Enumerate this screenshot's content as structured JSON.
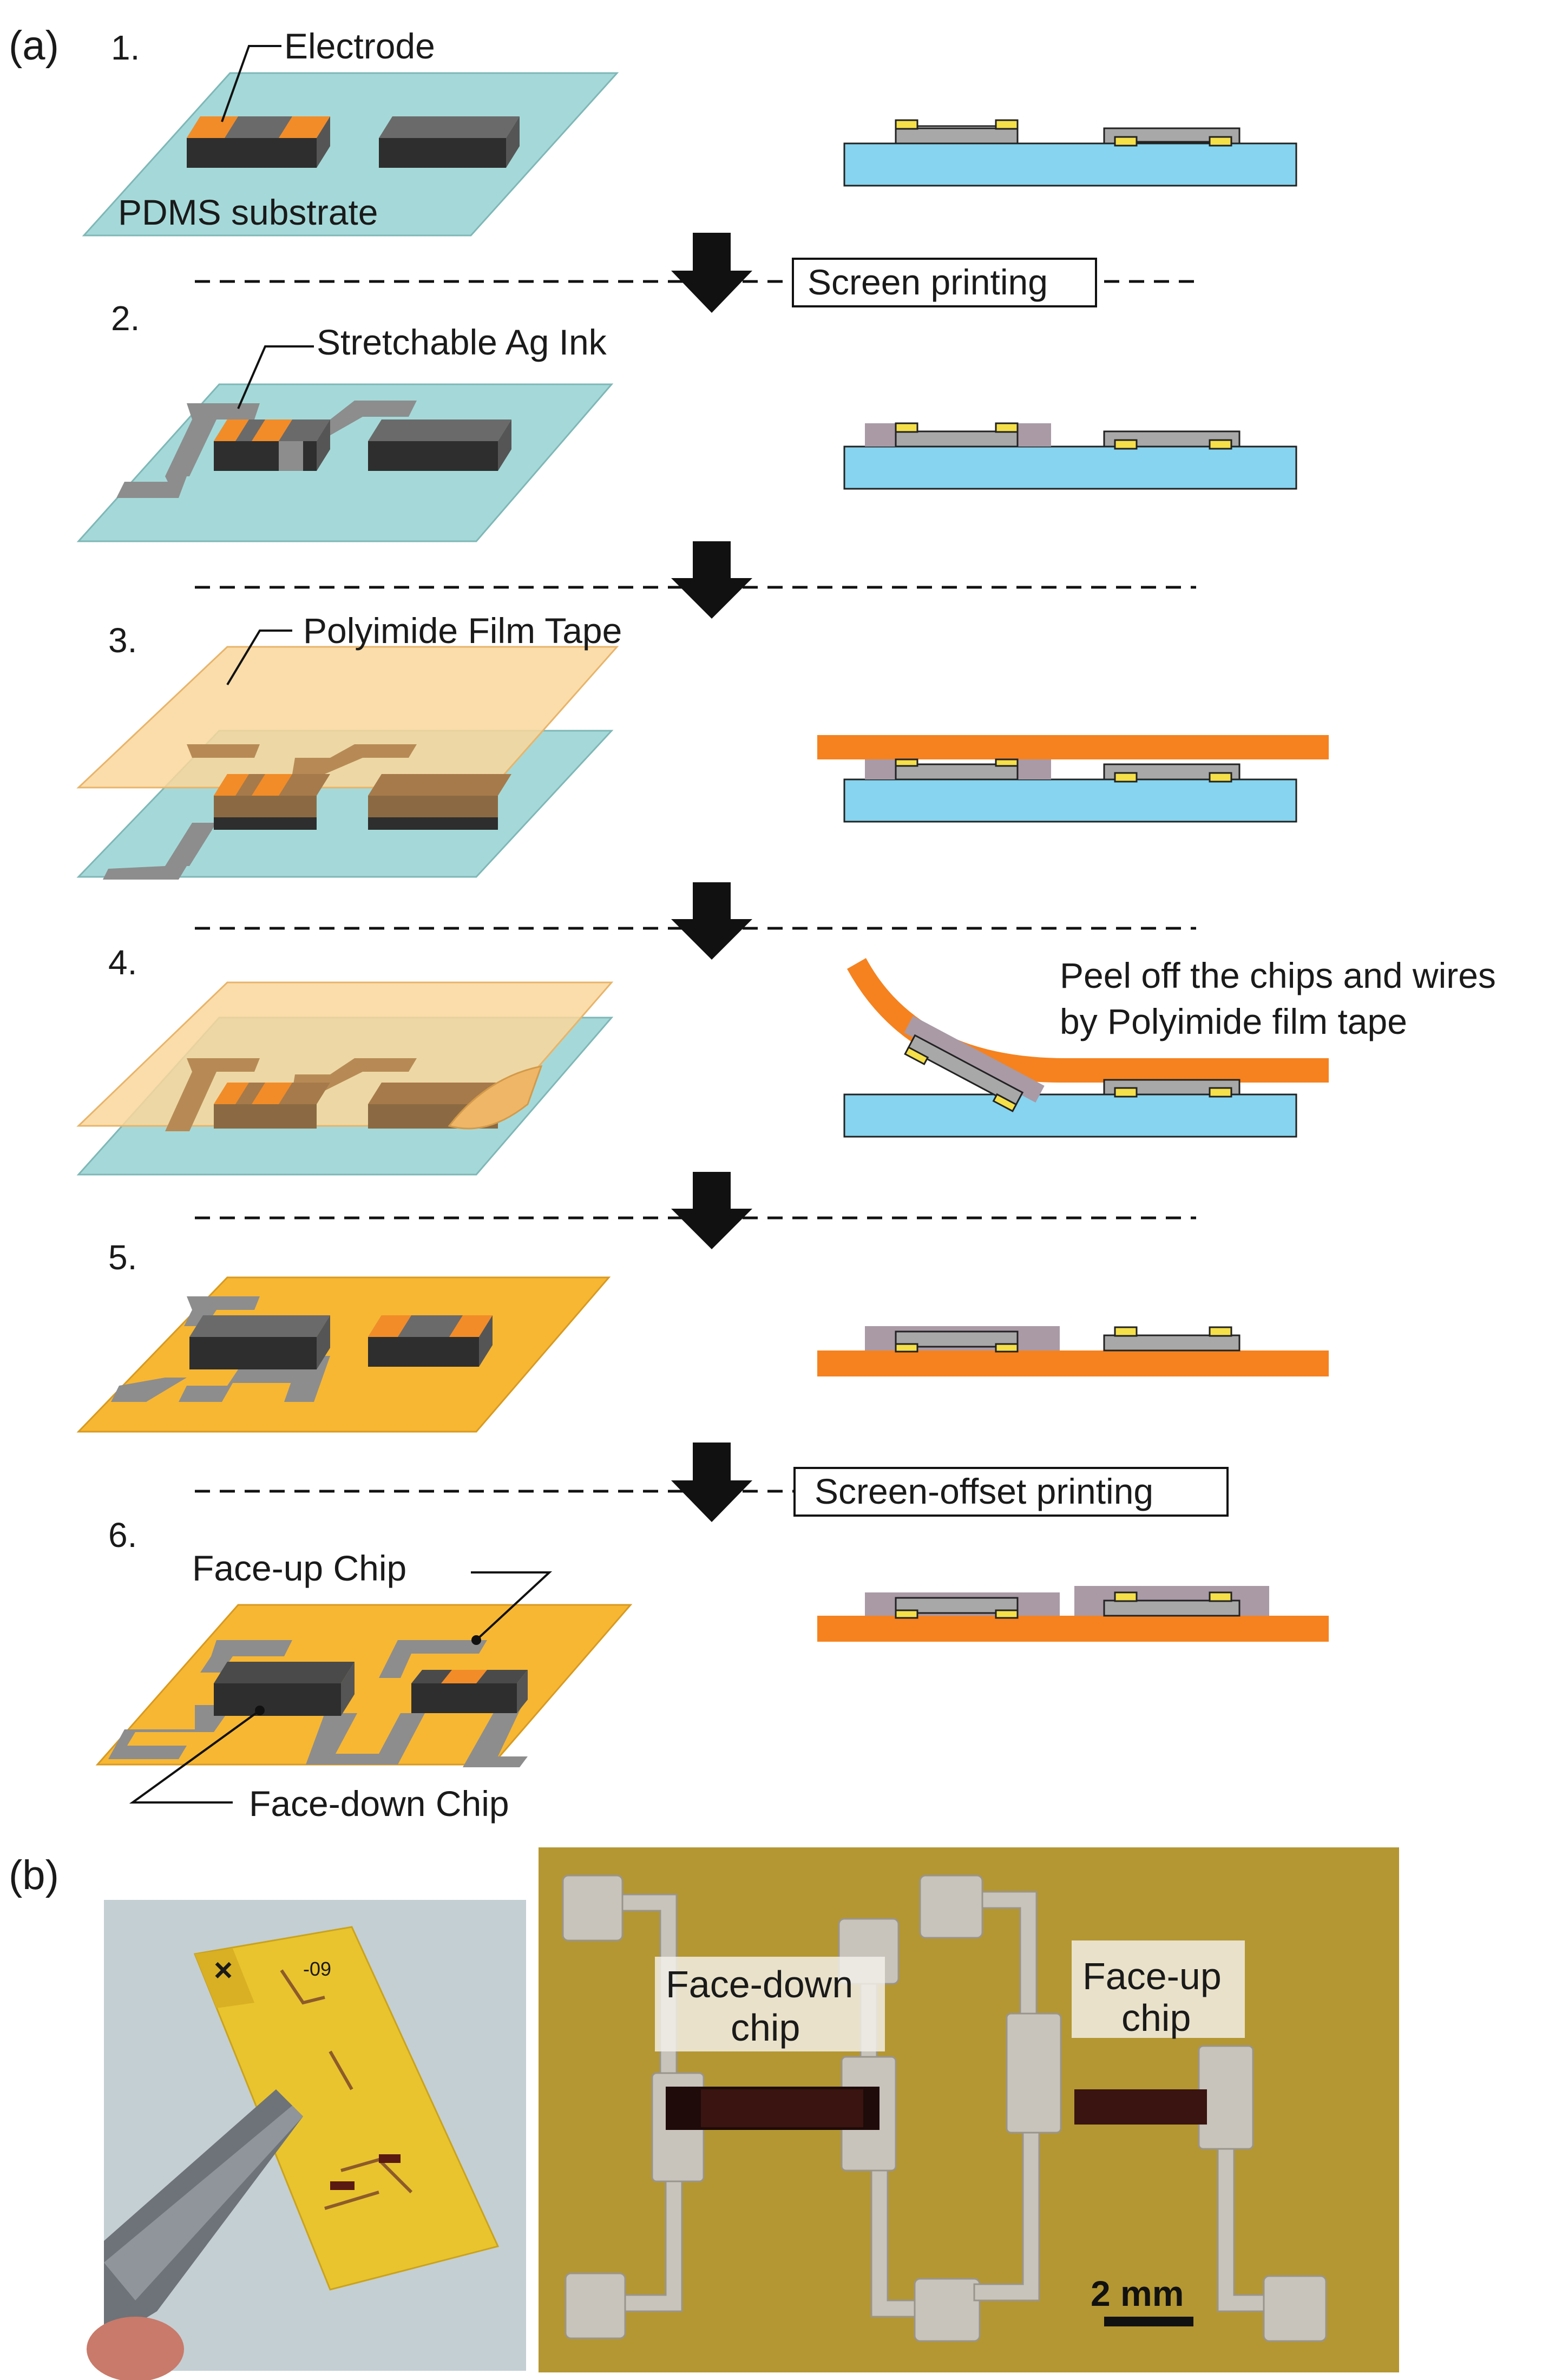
{
  "panel_labels": {
    "a": "(a)",
    "b": "(b)"
  },
  "steps": [
    {
      "num": "1.",
      "callout": "Electrode",
      "callout2": "PDMS substrate"
    },
    {
      "num": "2.",
      "callout": "Stretchable Ag Ink"
    },
    {
      "num": "3.",
      "callout": "Polyimide Film Tape"
    },
    {
      "num": "4.",
      "note_line1": "Peel off the chips and wires",
      "note_line2": "by Polyimide film tape"
    },
    {
      "num": "5."
    },
    {
      "num": "6.",
      "callout": "Face-up Chip",
      "callout2": "Face-down Chip"
    }
  ],
  "processes": {
    "screen_printing": "Screen printing",
    "screen_offset": "Screen-offset printing"
  },
  "photo": {
    "facedown_line1": "Face-down",
    "facedown_line2": "chip",
    "faceup_line1": "Face-up",
    "faceup_line2": "chip",
    "scale": "2 mm",
    "handwriting": "-09"
  },
  "colors": {
    "pdms": "#a5d9d9",
    "xsec_substrate": "#86d4ef",
    "polyimide": "#f5a623",
    "tape": "#f9d79b",
    "tape_xsec": "#f5821f",
    "chip": "#3d3d3d",
    "electrode": "#f28c28",
    "ag_ink": "#8d8d8d"
  }
}
